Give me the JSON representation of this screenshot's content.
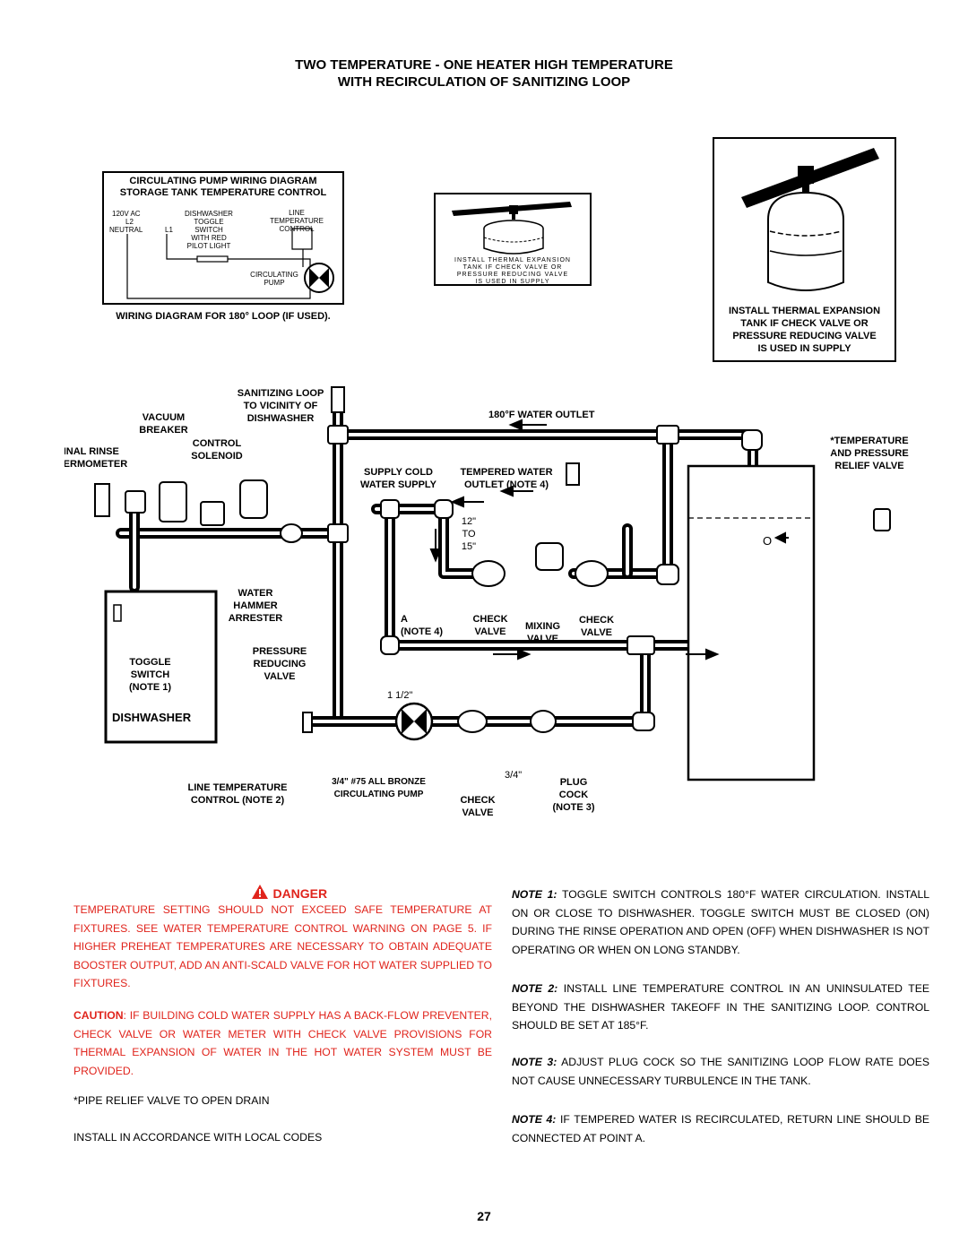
{
  "header": {
    "title_line1": "TWO TEMPERATURE - ONE HEATER HIGH TEMPERATURE",
    "title_line2": "WITH RECIRCULATION OF SANITIZING LOOP"
  },
  "wiring": {
    "title1": "CIRCULATING PUMP WIRING DIAGRAM",
    "title2": "STORAGE TANK TEMPERATURE CONTROL",
    "v120": "120V AC",
    "l2": "L2",
    "neutral": "NEUTRAL",
    "l1": "L1",
    "switch": [
      "DISHWASHER",
      "TOGGLE",
      "SWITCH",
      "WITH RED",
      "PILOT LIGHT"
    ],
    "line_ctrl": [
      "LINE",
      "TEMPERATURE",
      "CONTROL"
    ],
    "pump": [
      "CIRCULATING",
      "PUMP"
    ],
    "caption": "WIRING DIAGRAM FOR 180° LOOP (IF USED)."
  },
  "tank_small": {
    "caption": [
      "INSTALL THERMAL EXPANSION",
      "TANK IF CHECK VALVE OR",
      "PRESSURE REDUCING VALVE",
      "IS USED IN SUPPLY"
    ]
  },
  "tank_large": {
    "caption": [
      "INSTALL THERMAL EXPANSION",
      "TANK IF CHECK VALVE OR",
      "PRESSURE REDUCING VALVE",
      "IS USED IN SUPPLY"
    ]
  },
  "diagram": {
    "sanitizing": [
      "SANITIZING LOOP",
      "TO VICINITY OF",
      "DISHWASHER"
    ],
    "vacuum": [
      "VACUUM",
      "BREAKER"
    ],
    "final_rinse": [
      "FINAL RINSE",
      "THERMOMETER"
    ],
    "control_solenoid": [
      "CONTROL",
      "SOLENOID"
    ],
    "outlet_180": "180°F WATER OUTLET",
    "supply_cold": [
      "SUPPLY COLD",
      "WATER SUPPLY"
    ],
    "tempered": [
      "TEMPERED WATER",
      "OUTLET (NOTE 4)"
    ],
    "pipe_len": [
      "12\"",
      "TO",
      "15\""
    ],
    "relief": [
      "*TEMPERATURE",
      "AND PRESSURE",
      "RELIEF VALVE"
    ],
    "water_hammer": [
      "WATER",
      "HAMMER",
      "ARRESTER"
    ],
    "point_a": [
      "A",
      "(NOTE 4)"
    ],
    "check1": [
      "CHECK",
      "VALVE"
    ],
    "mixing": [
      "MIXING",
      "VALVE"
    ],
    "check2": [
      "CHECK",
      "VALVE"
    ],
    "toggle": [
      "TOGGLE",
      "SWITCH",
      "(NOTE 1)"
    ],
    "prv": [
      "PRESSURE",
      "REDUCING",
      "VALVE"
    ],
    "size_15": "1 1/2\"",
    "dishwasher": "DISHWASHER",
    "line_temp": [
      "LINE TEMPERATURE",
      "CONTROL (NOTE 2)"
    ],
    "pump": [
      "3/4\" #75 ALL BRONZE",
      "CIRCULATING PUMP"
    ],
    "size_34": "3/4\"",
    "check3": [
      "CHECK",
      "VALVE"
    ],
    "plug": [
      "PLUG",
      "COCK",
      "(NOTE 3)"
    ],
    "tank_o": "O"
  },
  "danger": {
    "label": "DANGER",
    "text": "TEMPERATURE SETTING SHOULD NOT EXCEED SAFE TEMPERATURE AT FIXTURES. SEE WATER TEMPERATURE CONTROL WARNING ON PAGE 5. IF HIGHER PREHEAT TEMPERATURES ARE NECESSARY TO OBTAIN ADEQUATE BOOSTER OUTPUT, ADD AN ANTI-SCALD VALVE FOR HOT WATER SUPPLIED TO FIXTURES.",
    "caution_label": "CAUTION",
    "caution_text": ": IF BUILDING COLD WATER SUPPLY HAS A BACK-FLOW PREVENTER, CHECK VALVE OR WATER METER WITH CHECK VALVE PROVISIONS FOR THERMAL EXPANSION OF WATER IN THE HOT WATER SYSTEM MUST BE PROVIDED.",
    "pipe_note": "*PIPE RELIEF VALVE TO OPEN DRAIN",
    "codes_note": "INSTALL IN ACCORDANCE WITH LOCAL CODES"
  },
  "notes": [
    {
      "label": "NOTE 1:",
      "text": " TOGGLE SWITCH CONTROLS 180°F WATER CIRCULATION. INSTALL ON OR CLOSE TO DISHWASHER. TOGGLE  SWITCH MUST BE CLOSED (ON) DURING THE RINSE OPERATION AND OPEN (OFF) WHEN DISHWASHER IS NOT OPERATING OR WHEN ON LONG STANDBY."
    },
    {
      "label": "NOTE 2:",
      "text": " INSTALL LINE TEMPERATURE CONTROL IN AN UNINSULATED TEE BEYOND THE DISHWASHER TAKEOFF IN THE SANITIZING LOOP. CONTROL SHOULD BE SET AT 185°F."
    },
    {
      "label": "NOTE 3:",
      "text": " ADJUST PLUG COCK SO THE SANITIZING LOOP FLOW RATE DOES NOT CAUSE UNNECESSARY TURBULENCE IN THE TANK."
    },
    {
      "label": "NOTE 4:",
      "text": " IF TEMPERED WATER IS RECIRCULATED, RETURN LINE SHOULD BE CONNECTED AT POINT A."
    }
  ],
  "page_number": "27"
}
